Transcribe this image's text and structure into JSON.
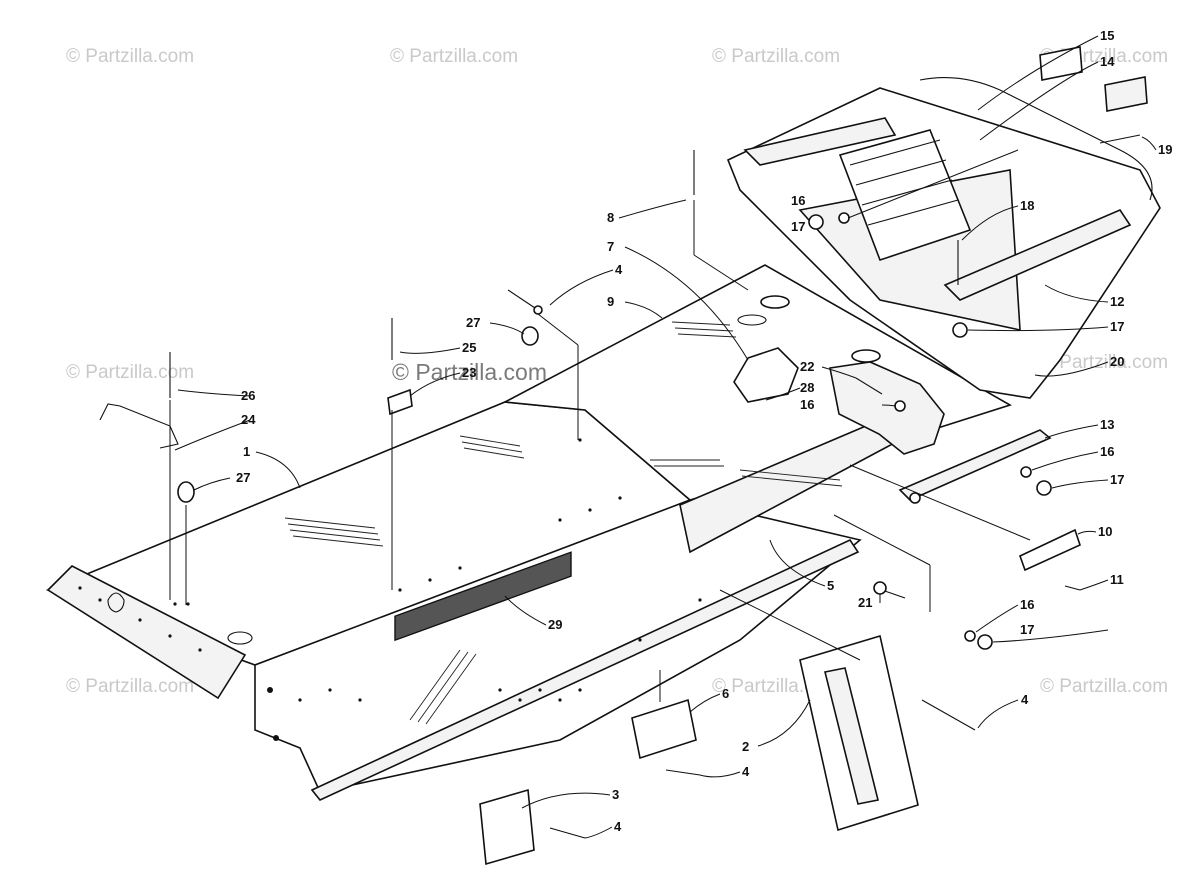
{
  "watermark": {
    "text": "© Partzilla.com",
    "center_text": "© Partzilla.com"
  },
  "callouts": [
    {
      "id": "c1",
      "label": "1"
    },
    {
      "id": "c2",
      "label": "2"
    },
    {
      "id": "c3",
      "label": "3"
    },
    {
      "id": "c4a",
      "label": "4"
    },
    {
      "id": "c4b",
      "label": "4"
    },
    {
      "id": "c4c",
      "label": "4"
    },
    {
      "id": "c4d",
      "label": "4"
    },
    {
      "id": "c5",
      "label": "5"
    },
    {
      "id": "c6",
      "label": "6"
    },
    {
      "id": "c7",
      "label": "7"
    },
    {
      "id": "c8",
      "label": "8"
    },
    {
      "id": "c9",
      "label": "9"
    },
    {
      "id": "c10",
      "label": "10"
    },
    {
      "id": "c11",
      "label": "11"
    },
    {
      "id": "c12",
      "label": "12"
    },
    {
      "id": "c13",
      "label": "13"
    },
    {
      "id": "c14",
      "label": "14"
    },
    {
      "id": "c15",
      "label": "15"
    },
    {
      "id": "c16a",
      "label": "16"
    },
    {
      "id": "c16b",
      "label": "16"
    },
    {
      "id": "c16c",
      "label": "16"
    },
    {
      "id": "c16d",
      "label": "16"
    },
    {
      "id": "c17a",
      "label": "17"
    },
    {
      "id": "c17b",
      "label": "17"
    },
    {
      "id": "c17c",
      "label": "17"
    },
    {
      "id": "c17d",
      "label": "17"
    },
    {
      "id": "c18",
      "label": "18"
    },
    {
      "id": "c19",
      "label": "19"
    },
    {
      "id": "c20",
      "label": "20"
    },
    {
      "id": "c21",
      "label": "21"
    },
    {
      "id": "c22",
      "label": "22"
    },
    {
      "id": "c23",
      "label": "23"
    },
    {
      "id": "c24",
      "label": "24"
    },
    {
      "id": "c25",
      "label": "25"
    },
    {
      "id": "c26",
      "label": "26"
    },
    {
      "id": "c27a",
      "label": "27"
    },
    {
      "id": "c27b",
      "label": "27"
    },
    {
      "id": "c28",
      "label": "28"
    },
    {
      "id": "c29",
      "label": "29"
    }
  ]
}
